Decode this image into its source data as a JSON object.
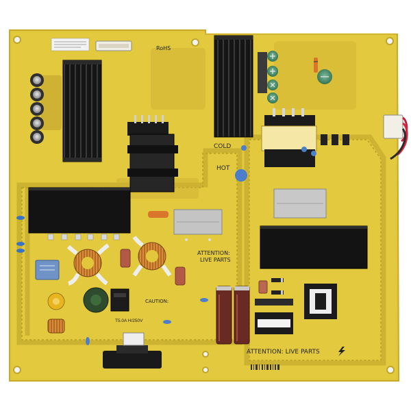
{
  "board": {
    "colors": {
      "pcb": "#e2c73a",
      "pcb_light": "#e9d457",
      "pcb_edge": "#c8a92a",
      "trace": "#cdb22c",
      "heatsink": "#141414",
      "silkscreen": "#202020"
    },
    "labels": {
      "rohs": "RoHS",
      "cold": "COLD",
      "hot": "HOT",
      "attention_mid_1": "ATTENTION:",
      "attention_mid_2": "LIVE PARTS",
      "attention_bottom": "ATTENTION: LIVE PARTS",
      "caution": "CAUTION:",
      "fuse_rating": "T5.0A H/250V"
    }
  }
}
